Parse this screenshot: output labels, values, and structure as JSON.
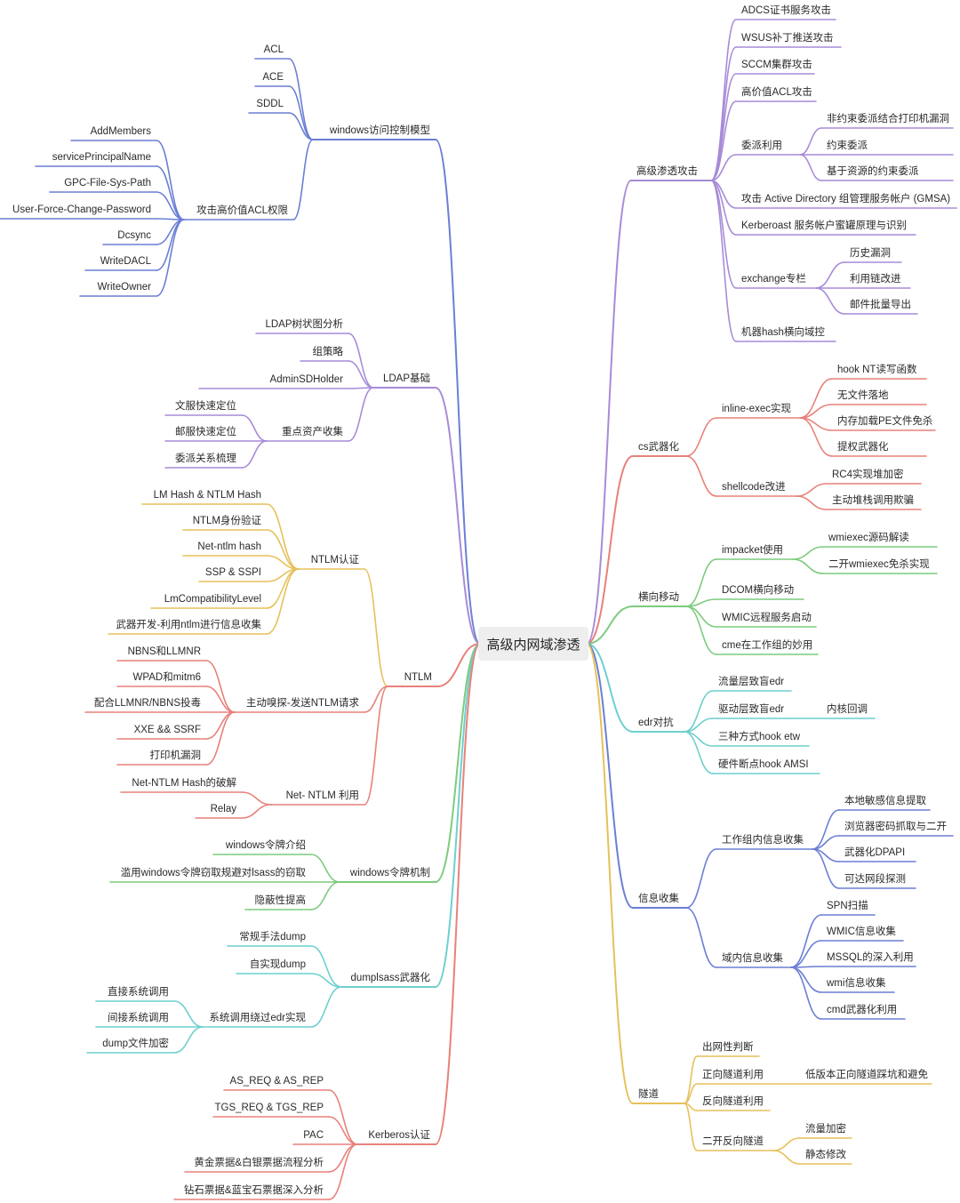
{
  "root": "高级内网域渗透",
  "colors": {
    "purple": "#a78bd8",
    "blue": "#6b7fd4",
    "red": "#e8817a",
    "green": "#7dcb7d",
    "teal": "#6fcfcf",
    "yellow": "#e6c15a",
    "root_bg": "#eeeeee"
  },
  "left": [
    {
      "label": "windows访问控制模型",
      "color": "blue",
      "children": [
        {
          "label": "ACL"
        },
        {
          "label": "ACE"
        },
        {
          "label": "SDDL"
        },
        {
          "label": "攻击高价值ACL权限",
          "children": [
            {
              "label": "AddMembers"
            },
            {
              "label": "servicePrincipalName"
            },
            {
              "label": "GPC-File-Sys-Path"
            },
            {
              "label": "User-Force-Change-Password"
            },
            {
              "label": "Dcsync"
            },
            {
              "label": "WriteDACL"
            },
            {
              "label": "WriteOwner"
            }
          ]
        }
      ]
    },
    {
      "label": "LDAP基础",
      "color": "purple",
      "children": [
        {
          "label": "LDAP树状图分析"
        },
        {
          "label": "组策略"
        },
        {
          "label": "AdminSDHolder"
        },
        {
          "label": "重点资产收集",
          "children": [
            {
              "label": "文服快速定位"
            },
            {
              "label": "邮服快速定位"
            },
            {
              "label": "委派关系梳理"
            }
          ]
        }
      ]
    },
    {
      "label": "NTLM",
      "color": "red",
      "children": [
        {
          "label": "NTLM认证",
          "color": "yellow",
          "children": [
            {
              "label": "LM Hash & NTLM Hash"
            },
            {
              "label": "NTLM身份验证"
            },
            {
              "label": "Net-ntlm hash"
            },
            {
              "label": "SSP & SSPI"
            },
            {
              "label": "LmCompatibilityLevel"
            },
            {
              "label": "武器开发-利用ntlm进行信息收集"
            }
          ]
        },
        {
          "label": "主动嗅探-发送NTLM请求",
          "children": [
            {
              "label": "NBNS和LLMNR"
            },
            {
              "label": "WPAD和mitm6"
            },
            {
              "label": "配合LLMNR/NBNS投毒"
            },
            {
              "label": "XXE && SSRF"
            },
            {
              "label": "打印机漏洞"
            }
          ]
        },
        {
          "label": "Net- NTLM 利用",
          "children": [
            {
              "label": "Net-NTLM Hash的破解"
            },
            {
              "label": "Relay"
            }
          ]
        }
      ]
    },
    {
      "label": "windows令牌机制",
      "color": "green",
      "children": [
        {
          "label": "windows令牌介绍"
        },
        {
          "label": "滥用windows令牌窃取规避对lsass的窃取"
        },
        {
          "label": "隐蔽性提高"
        }
      ]
    },
    {
      "label": "dumplsass武器化",
      "color": "teal",
      "children": [
        {
          "label": "常规手法dump"
        },
        {
          "label": "自实现dump"
        },
        {
          "label": "系统调用绕过edr实现",
          "children": [
            {
              "label": "直接系统调用"
            },
            {
              "label": "间接系统调用"
            },
            {
              "label": "dump文件加密"
            }
          ]
        }
      ]
    },
    {
      "label": "Kerberos认证",
      "color": "red",
      "children": [
        {
          "label": "AS_REQ & AS_REP"
        },
        {
          "label": "TGS_REQ & TGS_REP"
        },
        {
          "label": "PAC"
        },
        {
          "label": "黄金票据&白银票据流程分析"
        },
        {
          "label": "钻石票据&蓝宝石票据深入分析"
        }
      ]
    }
  ],
  "right": [
    {
      "label": "高级渗透攻击",
      "color": "purple",
      "children": [
        {
          "label": "ADCS证书服务攻击"
        },
        {
          "label": "WSUS补丁推送攻击"
        },
        {
          "label": "SCCM集群攻击"
        },
        {
          "label": "高价值ACL攻击"
        },
        {
          "label": "委派利用",
          "children": [
            {
              "label": "非约束委派结合打印机漏洞"
            },
            {
              "label": "约束委派"
            },
            {
              "label": "基于资源的约束委派"
            }
          ]
        },
        {
          "label": "攻击 Active Directory 组管理服务帐户 (GMSA)"
        },
        {
          "label": "Kerberoast 服务帐户蜜罐原理与识别"
        },
        {
          "label": "exchange专栏",
          "children": [
            {
              "label": "历史漏洞"
            },
            {
              "label": "利用链改进"
            },
            {
              "label": "邮件批量导出"
            }
          ]
        },
        {
          "label": "机器hash横向域控"
        }
      ]
    },
    {
      "label": "cs武器化",
      "color": "red",
      "children": [
        {
          "label": "inline-exec实现",
          "children": [
            {
              "label": "hook NT读写函数"
            },
            {
              "label": "无文件落地"
            },
            {
              "label": "内存加载PE文件免杀"
            },
            {
              "label": "提权武器化"
            }
          ]
        },
        {
          "label": "shellcode改进",
          "children": [
            {
              "label": "RC4实现堆加密"
            },
            {
              "label": "主动堆栈调用欺骗"
            }
          ]
        }
      ]
    },
    {
      "label": "横向移动",
      "color": "green",
      "children": [
        {
          "label": "impacket使用",
          "children": [
            {
              "label": "wmiexec源码解读"
            },
            {
              "label": "二开wmiexec免杀实现"
            }
          ]
        },
        {
          "label": "DCOM横向移动"
        },
        {
          "label": "WMIC远程服务启动"
        },
        {
          "label": "cme在工作组的妙用"
        }
      ]
    },
    {
      "label": "edr对抗",
      "color": "teal",
      "children": [
        {
          "label": "流量层致盲edr"
        },
        {
          "label": "驱动层致盲edr",
          "children": [
            {
              "label": "内核回调"
            }
          ]
        },
        {
          "label": "三种方式hook etw"
        },
        {
          "label": "硬件断点hook  AMSI"
        }
      ]
    },
    {
      "label": "信息收集",
      "color": "blue",
      "children": [
        {
          "label": "工作组内信息收集",
          "children": [
            {
              "label": "本地敏感信息提取"
            },
            {
              "label": "浏览器密码抓取与二开"
            },
            {
              "label": "武器化DPAPI"
            },
            {
              "label": "可达网段探测"
            }
          ]
        },
        {
          "label": "域内信息收集",
          "children": [
            {
              "label": "SPN扫描"
            },
            {
              "label": "WMIC信息收集"
            },
            {
              "label": "MSSQL的深入利用"
            },
            {
              "label": "wmi信息收集"
            },
            {
              "label": "cmd武器化利用"
            }
          ]
        }
      ]
    },
    {
      "label": "隧道",
      "color": "yellow",
      "children": [
        {
          "label": "出网性判断"
        },
        {
          "label": "正向隧道利用",
          "children": [
            {
              "label": "低版本正向隧道踩坑和避免"
            }
          ]
        },
        {
          "label": "反向隧道利用"
        },
        {
          "label": "二开反向隧道",
          "children": [
            {
              "label": "流量加密"
            },
            {
              "label": "静态修改"
            }
          ]
        }
      ]
    }
  ]
}
